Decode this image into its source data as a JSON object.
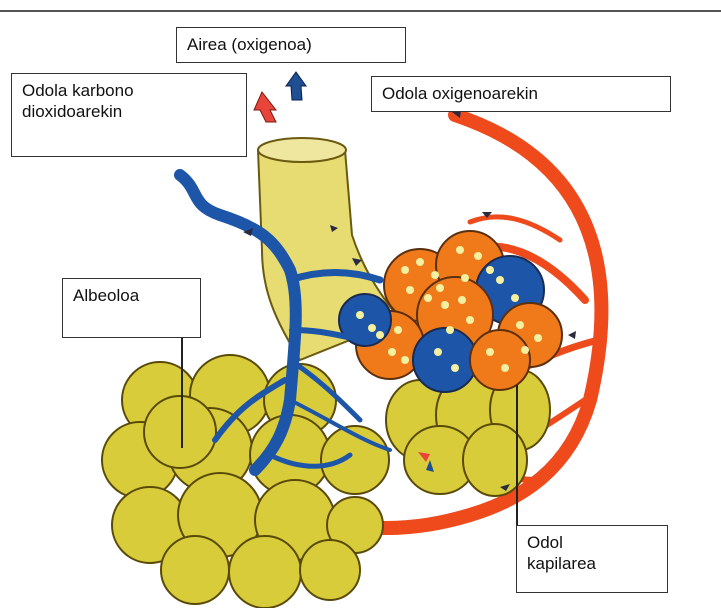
{
  "labels": {
    "air": "Airea (oxigenoa)",
    "blood_co2": "Odola karbono\ndioxidoarekin",
    "blood_o2": "Odola oxigenoarekin",
    "alveolus": "Albeoloa",
    "capillary": "Odol\nkapilarea"
  },
  "colors": {
    "bronchus": "#e7dc72",
    "alveolus": "#d9cc3a",
    "vein": "#1d56a8",
    "artery": "#ee4a1c",
    "capillary_net_fill": "#f07a1a",
    "capillary_cell": "#f5f0a0",
    "arrow_in": "#e8453a",
    "arrow_out": "#1f4f91"
  }
}
